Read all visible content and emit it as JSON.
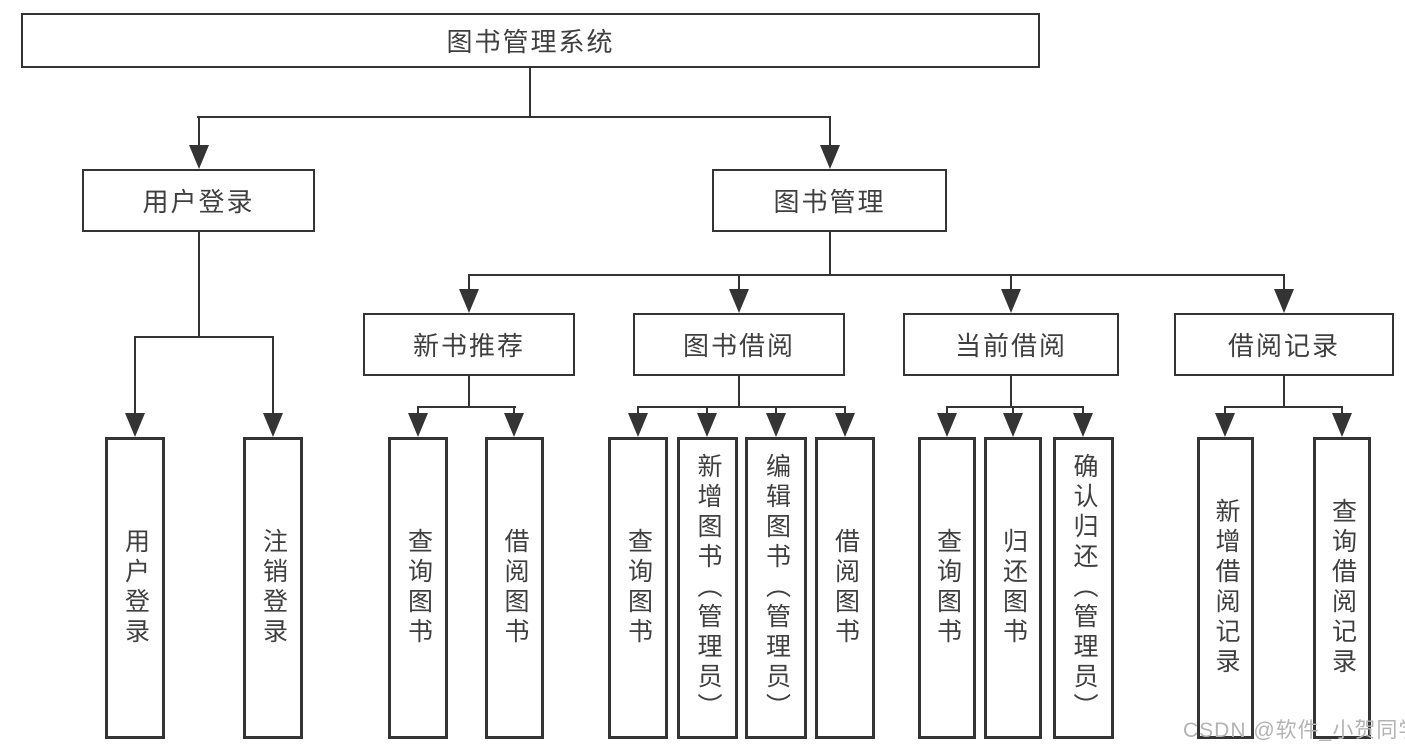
{
  "title": "图书管理系统",
  "branches": {
    "user": {
      "label": "用户登录",
      "children": [
        "用户登录",
        "注销登录"
      ]
    },
    "books": {
      "label": "图书管理",
      "sections": [
        {
          "label": "新书推荐",
          "children": [
            "查询图书",
            "借阅图书"
          ]
        },
        {
          "label": "图书借阅",
          "children": [
            "查询图书",
            "新增图书（管理员）",
            "编辑图书（管理员）",
            "借阅图书"
          ]
        },
        {
          "label": "当前借阅",
          "children": [
            "查询图书",
            "归还图书",
            "确认归还（管理员）"
          ]
        },
        {
          "label": "借阅记录",
          "children": [
            "新增借阅记录",
            "查询借阅记录"
          ]
        }
      ]
    }
  },
  "watermark": "CSDN @软件_小贺同学",
  "colors": {
    "line": "#343434",
    "text": "#3f3f3f",
    "box_background": "#ffffff",
    "watermark": "#b3b3b3",
    "background": "#ffffff"
  }
}
